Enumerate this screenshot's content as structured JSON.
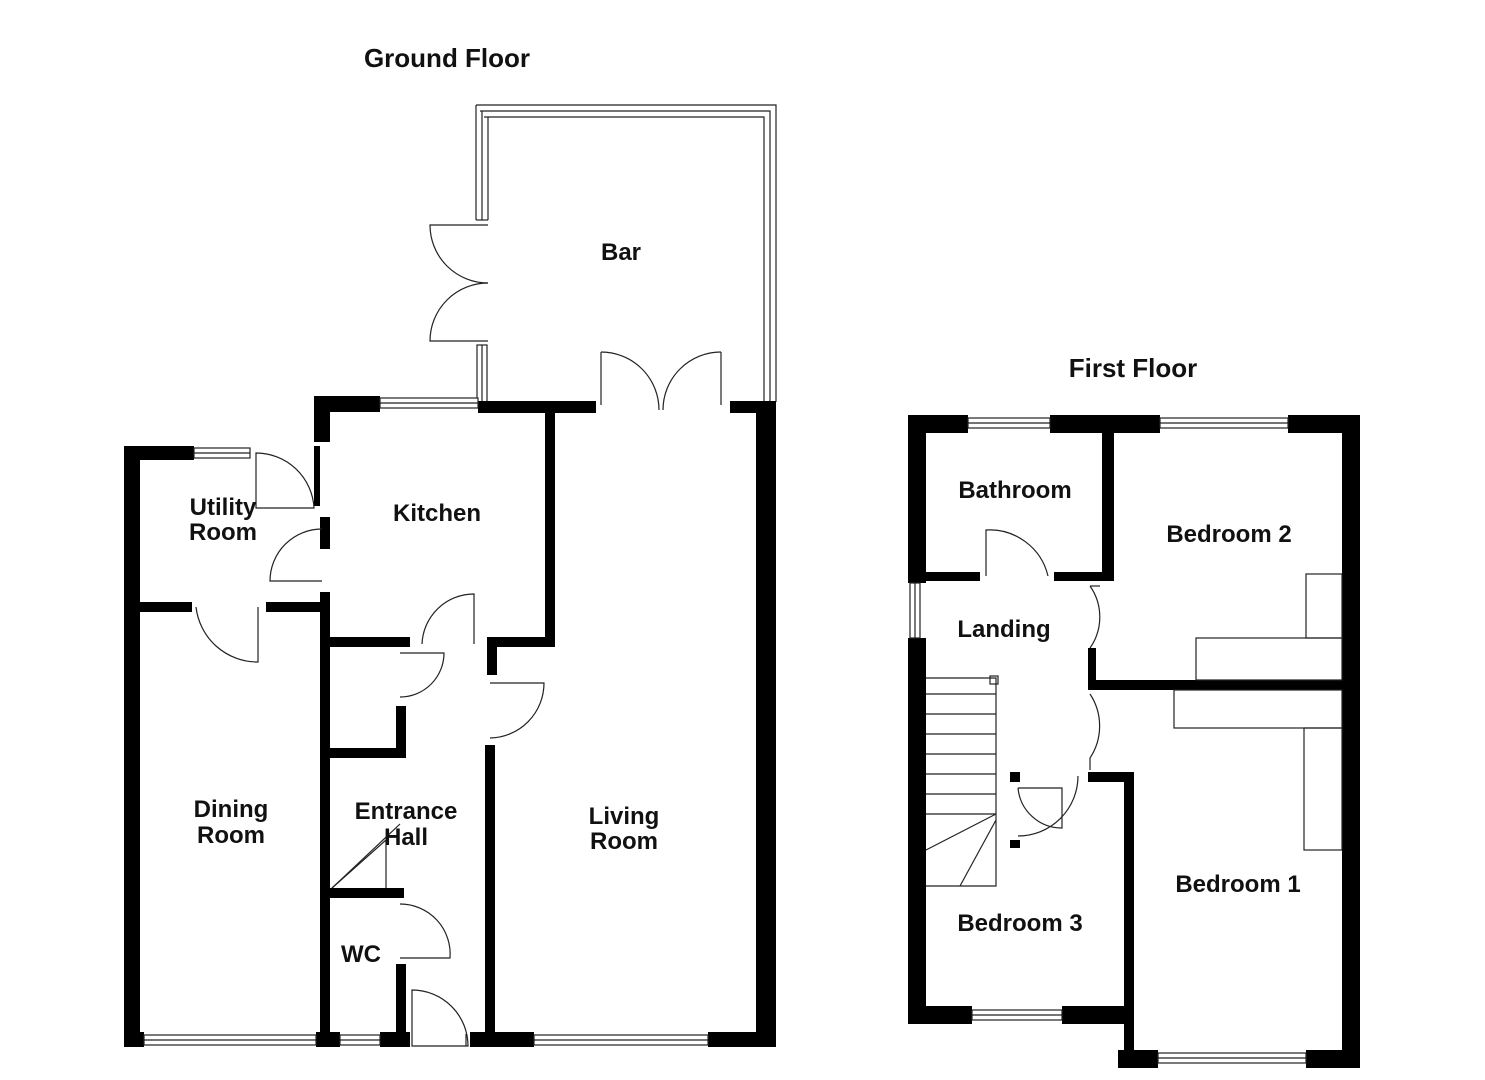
{
  "floors": {
    "ground": {
      "title": "Ground Floor",
      "rooms": {
        "bar": "Bar",
        "kitchen": "Kitchen",
        "utility_1": "Utility",
        "utility_2": "Room",
        "dining_1": "Dining",
        "dining_2": "Room",
        "entrance_1": "Entrance",
        "entrance_2": "Hall",
        "living_1": "Living",
        "living_2": "Room",
        "wc": "WC"
      }
    },
    "first": {
      "title": "First Floor",
      "rooms": {
        "bathroom": "Bathroom",
        "bedroom2": "Bedroom 2",
        "landing": "Landing",
        "bedroom3": "Bedroom 3",
        "bedroom1": "Bedroom 1"
      }
    }
  },
  "colors": {
    "wall": "#000000",
    "line": "#222222",
    "background": "#ffffff"
  }
}
